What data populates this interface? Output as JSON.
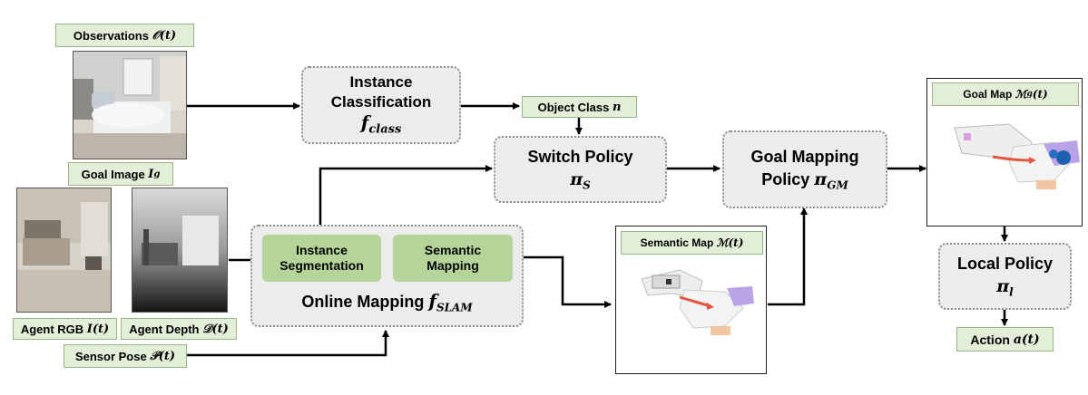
{
  "inputs": {
    "observations": {
      "label": "Observations",
      "symbol": "𝒪(t)"
    },
    "goal_image": {
      "label": "Goal Image",
      "symbol": "I",
      "sub": "g"
    },
    "agent_rgb": {
      "label": "Agent RGB",
      "symbol": "I(t)"
    },
    "agent_depth": {
      "label": "Agent Depth",
      "symbol": "𝒟(t)"
    },
    "sensor_pose": {
      "label": "Sensor Pose",
      "symbol": "𝒫(t)"
    }
  },
  "modules": {
    "instance_classification": {
      "line1": "Instance",
      "line2": "Classification",
      "symbol": "f",
      "sub": "class"
    },
    "object_class": {
      "label": "Object Class",
      "symbol": "n"
    },
    "switch_policy": {
      "label": "Switch Policy",
      "symbol": "π",
      "sub": "S"
    },
    "goal_mapping_policy": {
      "line1": "Goal Mapping",
      "line2": "Policy",
      "symbol": "π",
      "sub": "GM"
    },
    "instance_segmentation": {
      "label": "Instance\nSegmentation"
    },
    "semantic_mapping": {
      "label": "Semantic\nMapping"
    },
    "online_mapping": {
      "label": "Online Mapping",
      "symbol": "f",
      "sub": "SLAM"
    },
    "local_policy": {
      "label": "Local Policy",
      "symbol": "π",
      "sub": "l"
    }
  },
  "maps": {
    "semantic_map": {
      "label": "Semantic Map",
      "symbol": "ℳ(t)"
    },
    "goal_map": {
      "label": "Goal Map",
      "symbol": "ℳ",
      "sub": "g",
      "arg": "(t)"
    }
  },
  "output": {
    "label": "Action",
    "symbol": "a(t)"
  }
}
